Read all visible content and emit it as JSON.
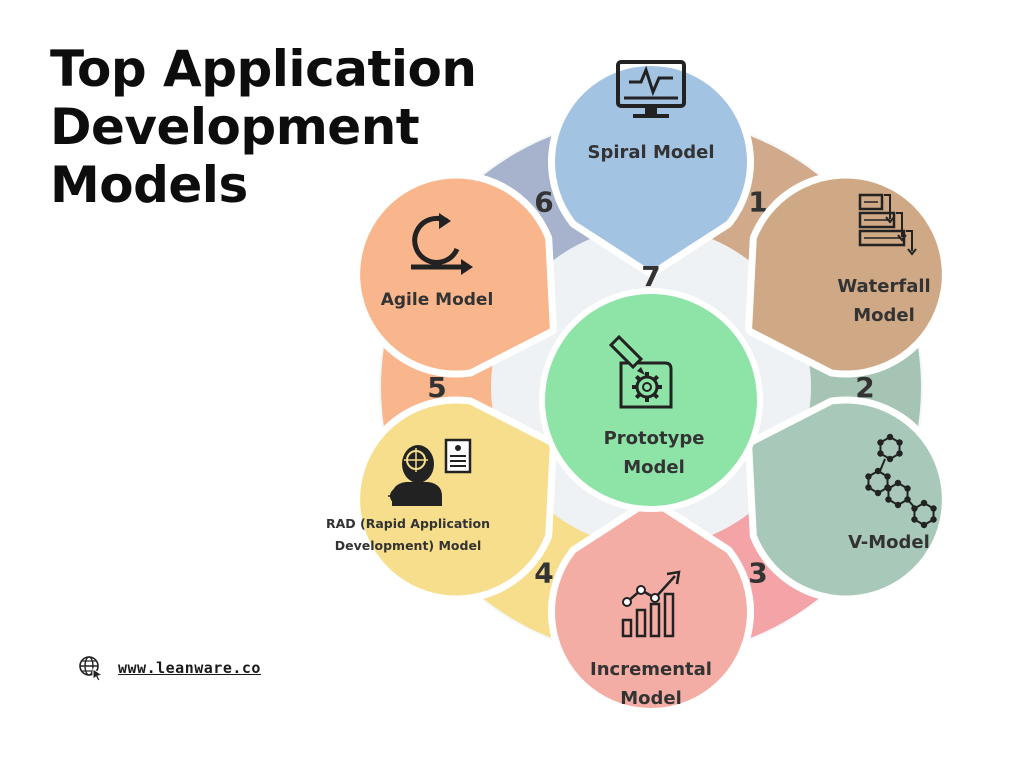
{
  "title": [
    "Top Application",
    "Development",
    "Models"
  ],
  "models": [
    {
      "num": "1",
      "label": [
        "Spiral Model"
      ],
      "icon": "monitor-heartbeat-icon",
      "color": "#a3c3e3"
    },
    {
      "num": "2",
      "label": [
        "Waterfall",
        "Model"
      ],
      "icon": "waterfall-icon",
      "color": "#cfa886"
    },
    {
      "num": "3",
      "label": [
        "V-Model"
      ],
      "icon": "molecule-icon",
      "color": "#a8c9b9"
    },
    {
      "num": "4",
      "label": [
        "Incremental",
        "Model"
      ],
      "icon": "growth-chart-icon",
      "color": "#f4ada5"
    },
    {
      "num": "5",
      "label": [
        "RAD (Rapid Application",
        "Development) Model"
      ],
      "icon": "developer-target-icon",
      "color": "#f7de8c"
    },
    {
      "num": "6",
      "label": [
        "Agile Model"
      ],
      "icon": "agile-cycle-icon",
      "color": "#f9b58c"
    }
  ],
  "segment_numbers": [
    "1",
    "2",
    "3",
    "4",
    "5",
    "6"
  ],
  "segment_colors": [
    "#d0aa8a",
    "#a6c4b4",
    "#f4a3a6",
    "#f7de8c",
    "#f9b58c",
    "#a7b2cd"
  ],
  "center": {
    "num": "7",
    "label": [
      "Prototype",
      "Model"
    ],
    "icon": "prototype-design-icon",
    "color": "#8ee4a7"
  },
  "ring_color": "#eef2f4",
  "website": "www.leanware.co",
  "website_icon": "globe-cursor-icon"
}
